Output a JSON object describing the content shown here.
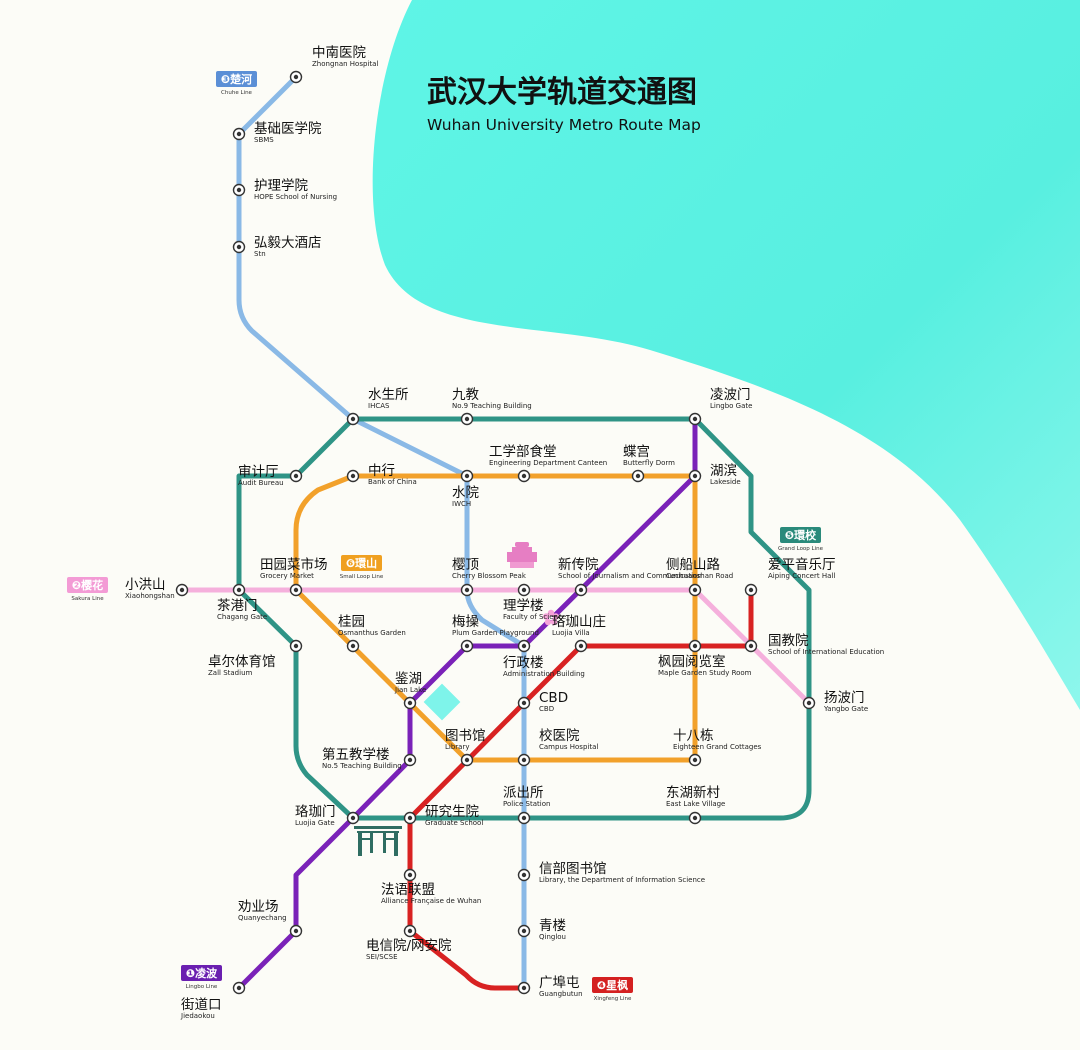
{
  "title": {
    "zh": "武汉大学轨道交通图",
    "en": "Wuhan University Metro Route Map"
  },
  "colors": {
    "background": "#fcfcf7",
    "lake": "#5cf3e4",
    "chuhe": "#8ab9e6",
    "grand_loop": "#2f9486",
    "small_loop": "#f2a12b",
    "sakura": "#f5b0dc",
    "lingbo": "#7a22b8",
    "xingfeng": "#d82222"
  },
  "lines": [
    {
      "id": "chuhe",
      "badge": "❸楚河",
      "sub": "Chuhe Line",
      "color": "#5b8fd6"
    },
    {
      "id": "grand_loop",
      "badge": "❺環校",
      "sub": "Grand Loop Line",
      "color": "#2a8a7b"
    },
    {
      "id": "small_loop",
      "badge": "❻環山",
      "sub": "Small Loop Line",
      "color": "#f0a020"
    },
    {
      "id": "sakura",
      "badge": "❷樱花",
      "sub": "Sakura Line",
      "color": "#f39bd5"
    },
    {
      "id": "lingbo",
      "badge": "❶凌波",
      "sub": "Lingbo Line",
      "color": "#6a1fb0"
    },
    {
      "id": "xingfeng",
      "badge": "❹星枫",
      "sub": "Xingfeng Line",
      "color": "#d42020"
    }
  ],
  "stations": [
    {
      "id": "zhongnan",
      "zh": "中南医院",
      "en": "Zhongnan Hospital"
    },
    {
      "id": "sbms",
      "zh": "基础医学院",
      "en": "SBMS"
    },
    {
      "id": "nursing",
      "zh": "护理学院",
      "en": "HOPE School of Nursing"
    },
    {
      "id": "hongyi",
      "zh": "弘毅大酒店",
      "en": "Stn"
    },
    {
      "id": "shuisheng",
      "zh": "水生所",
      "en": "IHCAS"
    },
    {
      "id": "jiujiao",
      "zh": "九教",
      "en": "No.9 Teaching Building"
    },
    {
      "id": "lingbogate",
      "zh": "凌波门",
      "en": "Lingbo Gate"
    },
    {
      "id": "gongxuebu",
      "zh": "工学部食堂",
      "en": "Engineering Department Canteen"
    },
    {
      "id": "diegong",
      "zh": "蝶宫",
      "en": "Butterfly Dorm"
    },
    {
      "id": "shenji",
      "zh": "审计厅",
      "en": "Audit Bureau"
    },
    {
      "id": "zhonghang",
      "zh": "中行",
      "en": "Bank of China"
    },
    {
      "id": "shuiyuan",
      "zh": "水院",
      "en": "IWCH"
    },
    {
      "id": "hubin",
      "zh": "湖滨",
      "en": "Lakeside"
    },
    {
      "id": "tianyuan",
      "zh": "田园菜市场",
      "en": "Grocery Market"
    },
    {
      "id": "yingding",
      "zh": "樱顶",
      "en": "Cherry Blossom Peak"
    },
    {
      "id": "xinchuan",
      "zh": "新传院",
      "en": "School of Journalism and Communication"
    },
    {
      "id": "cechuan",
      "zh": "侧船山路",
      "en": "Cechuanshan Road"
    },
    {
      "id": "aiping",
      "zh": "爱平音乐厅",
      "en": "Aiping Concert Hall"
    },
    {
      "id": "xiaohong",
      "zh": "小洪山",
      "en": "Xiaohongshan"
    },
    {
      "id": "chagang",
      "zh": "茶港门",
      "en": "Chagang Gate"
    },
    {
      "id": "lixue",
      "zh": "理学楼",
      "en": "Faculty of Science"
    },
    {
      "id": "luojiashanzhuang",
      "zh": "珞珈山庄",
      "en": "Luojia Villa"
    },
    {
      "id": "guiyuan",
      "zh": "桂园",
      "en": "Osmanthus Garden"
    },
    {
      "id": "meicao",
      "zh": "梅操",
      "en": "Plum Garden Playground"
    },
    {
      "id": "guojiao",
      "zh": "国教院",
      "en": "School of International Education"
    },
    {
      "id": "zall",
      "zh": "卓尔体育馆",
      "en": "Zall Stadium"
    },
    {
      "id": "xingzheng",
      "zh": "行政楼",
      "en": "Administration Building"
    },
    {
      "id": "fengyuan",
      "zh": "枫园阅览室",
      "en": "Maple Garden Study Room"
    },
    {
      "id": "yangbo",
      "zh": "扬波门",
      "en": "Yangbo Gate"
    },
    {
      "id": "jianhu",
      "zh": "鉴湖",
      "en": "Jian Lake"
    },
    {
      "id": "cbd",
      "zh": "CBD",
      "en": "CBD"
    },
    {
      "id": "tushuguan",
      "zh": "图书馆",
      "en": "Library"
    },
    {
      "id": "xiaoyiyuan",
      "zh": "校医院",
      "en": "Campus Hospital"
    },
    {
      "id": "shibadong",
      "zh": "十八栋",
      "en": "Eighteen Grand Cottages"
    },
    {
      "id": "diwu",
      "zh": "第五教学楼",
      "en": "No.5 Teaching Building"
    },
    {
      "id": "luojiamen",
      "zh": "珞珈门",
      "en": "Luojia Gate"
    },
    {
      "id": "yanjiusheng",
      "zh": "研究生院",
      "en": "Graduate School"
    },
    {
      "id": "paichusuo",
      "zh": "派出所",
      "en": "Police Station"
    },
    {
      "id": "donghu",
      "zh": "东湖新村",
      "en": "East Lake Village"
    },
    {
      "id": "xinbu",
      "zh": "信部图书馆",
      "en": "Library, the Department of Information Science"
    },
    {
      "id": "fayu",
      "zh": "法语联盟",
      "en": "Alliance Française de Wuhan"
    },
    {
      "id": "quanye",
      "zh": "劝业场",
      "en": "Quanyechang"
    },
    {
      "id": "qinglou",
      "zh": "青楼",
      "en": "Qinglou"
    },
    {
      "id": "dianxin",
      "zh": "电信院/网安院",
      "en": "SEI/SCSE"
    },
    {
      "id": "guangbutun",
      "zh": "广埠屯",
      "en": "Guangbutun"
    },
    {
      "id": "jiedaokou",
      "zh": "街道口",
      "en": "Jiedaokou"
    }
  ]
}
